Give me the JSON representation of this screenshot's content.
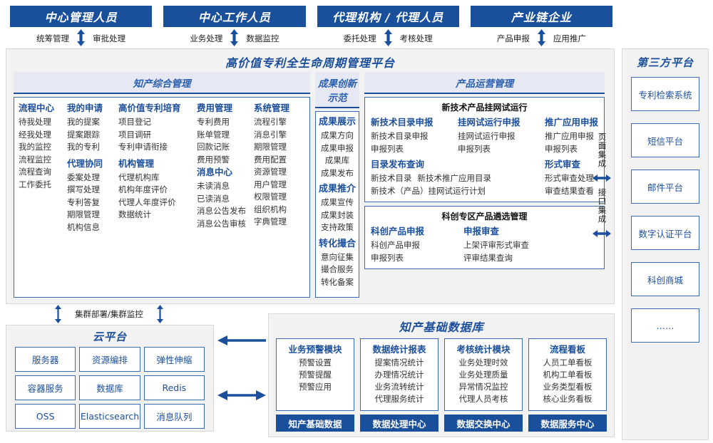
{
  "actors": [
    {
      "title": "中心管理人员",
      "left": "统筹管理",
      "right": "审批处理"
    },
    {
      "title": "中心工作人员",
      "left": "业务处理",
      "right": "数据监控"
    },
    {
      "title": "代理机构 / 代理人员",
      "left": "委托处理",
      "right": "考核处理"
    },
    {
      "title": "产业链企业",
      "left": "产品申报",
      "right": "应用推广"
    }
  ],
  "platform": {
    "title": "高价值专利全生命周期管理平台",
    "groups": {
      "zhichan": {
        "head": "知产综合管理",
        "columns": [
          {
            "blocks": [
              {
                "head": "流程中心",
                "items": [
                  "待我处理",
                  "经我处理",
                  "我的监控",
                  "流程监控",
                  "流程查询",
                  "工作委托"
                ]
              }
            ]
          },
          {
            "blocks": [
              {
                "head": "我的申请",
                "items": [
                  "我的提案",
                  "提案跟踪",
                  "我的专利"
                ]
              },
              {
                "head": "代理协同",
                "items": [
                  "委案处理",
                  "撰写处理",
                  "专利答复",
                  "期限管理",
                  "机构信息"
                ]
              }
            ]
          },
          {
            "blocks": [
              {
                "head": "高价值专利培育",
                "items": [
                  "项目登记",
                  "项目调研",
                  "专利申请衔接"
                ]
              },
              {
                "head": "机构管理",
                "items": [
                  "代理机构库",
                  "机构年度评价",
                  "代理人年度评价",
                  "数据统计"
                ]
              }
            ]
          },
          {
            "blocks": [
              {
                "head": "费用管理",
                "items": [
                  "专利费用",
                  "账单管理",
                  "回款记账",
                  "费用预警"
                ]
              },
              {
                "head": "消息中心",
                "items": [
                  "未读消息",
                  "已读消息",
                  "消息公告发布",
                  "消息公告审核"
                ]
              }
            ]
          },
          {
            "blocks": [
              {
                "head": "系统管理",
                "items": [
                  "流程引擎",
                  "消息引擎",
                  "期限管理",
                  "费用配置",
                  "资源管理",
                  "用户管理",
                  "权限管理",
                  "组织机构",
                  "字典管理"
                ]
              }
            ]
          }
        ]
      },
      "chengguo": {
        "head": "成果创新示范",
        "blocks": [
          {
            "head": "成果展示",
            "items": [
              "成果方向",
              "成果申报",
              "成果库",
              "成果发布"
            ]
          },
          {
            "head": "成果推介",
            "items": [
              "成果宣传",
              "成果封装",
              "支持政策"
            ]
          },
          {
            "head": "转化撮合",
            "items": [
              "意向征集",
              "撮合服务",
              "转化备案"
            ]
          }
        ]
      },
      "chanpin": {
        "head": "产品运营管理",
        "subpanels": [
          {
            "title": "新技术产品挂网试运行",
            "row1": [
              {
                "head": "新技术目录申报",
                "items": [
                  "新技术目录申报",
                  "申报列表"
                ]
              },
              {
                "head": "挂网试运行申报",
                "items": [
                  "挂网试运行申报",
                  "申报列表"
                ]
              },
              {
                "head": "推广应用申报",
                "items": [
                  "推广应用申报",
                  "申报列表"
                ]
              }
            ],
            "row2_left": {
              "head": "目录发布查询",
              "items_inline": [
                "新技术目录",
                "新技术推广应用目录"
              ],
              "items": [
                "新技术（产品）挂网试运行计划"
              ]
            },
            "row2_right": {
              "head": "形式审查",
              "items": [
                "形式审查处理",
                "审查结果查看"
              ]
            }
          },
          {
            "title": "科创专区产品遴选管理",
            "cols": [
              {
                "head": "科创产品申报",
                "items": [
                  "科创产品申报",
                  "申报列表"
                ]
              },
              {
                "head": "申报审查",
                "items": [
                  "上架评审形式审查",
                  "评审结果查询"
                ]
              }
            ]
          }
        ]
      }
    },
    "integration": {
      "page": "页面集成",
      "api": "接口集成"
    }
  },
  "third_party": {
    "title": "第三方平台",
    "items": [
      "专利检索系统",
      "短信平台",
      "邮件平台",
      "数字认证平台",
      "科创商城",
      "……"
    ]
  },
  "cluster": {
    "label": "集群部署/集群监控"
  },
  "cloud": {
    "title": "云平台",
    "cells": [
      "服务器",
      "资源编排",
      "弹性伸缩",
      "容器服务",
      "数据库",
      "Redis",
      "OSS",
      "Elasticsearch",
      "消息队列"
    ]
  },
  "database": {
    "title": "知产基础数据库",
    "columns": [
      {
        "head": "业务预警模块",
        "items": [
          "预警设置",
          "预警提醒",
          "预警应用"
        ],
        "foot": "知产基础数据"
      },
      {
        "head": "数据统计报表",
        "items": [
          "提案情况统计",
          "办理情况统计",
          "业务流转统计",
          "代理服务统计"
        ],
        "foot": "数据处理中心"
      },
      {
        "head": "考核统计模块",
        "items": [
          "业务处理时效",
          "业务处理质量",
          "异常情况监控",
          "代理人员考核"
        ],
        "foot": "数据交换中心"
      },
      {
        "head": "流程看板",
        "items": [
          "人员工单看板",
          "机构工单看板",
          "业务类型看板",
          "核心业务看板"
        ],
        "foot": "数据服务中心"
      }
    ]
  },
  "colors": {
    "brand_dark": "#1a4f9c",
    "brand_text": "#1b4f9c",
    "panel_bg": "#f2f2f2",
    "head_bg": "#e6e8f4",
    "border": "#3a6cb5"
  }
}
